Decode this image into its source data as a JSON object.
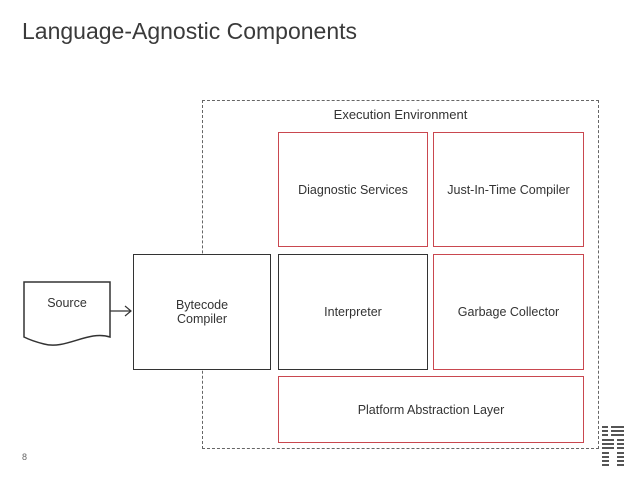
{
  "title": "Language-Agnostic Components",
  "execution_environment": {
    "label": "Execution Environment"
  },
  "components": {
    "diagnostic_services": "Diagnostic Services",
    "jit_compiler": "Just-In-Time Compiler",
    "interpreter": "Interpreter",
    "garbage_collector": "Garbage Collector",
    "platform_abstraction_layer": "Platform Abstraction Layer"
  },
  "source": {
    "label": "Source"
  },
  "bytecode_compiler": {
    "line1": "Bytecode",
    "line2": "Compiler"
  },
  "page_number": "8",
  "colors": {
    "accent_red": "#c9474f",
    "dark_border": "#333333",
    "dashed": "#666666"
  },
  "logo": {
    "name": "ibm-logo",
    "text": "IBM"
  }
}
